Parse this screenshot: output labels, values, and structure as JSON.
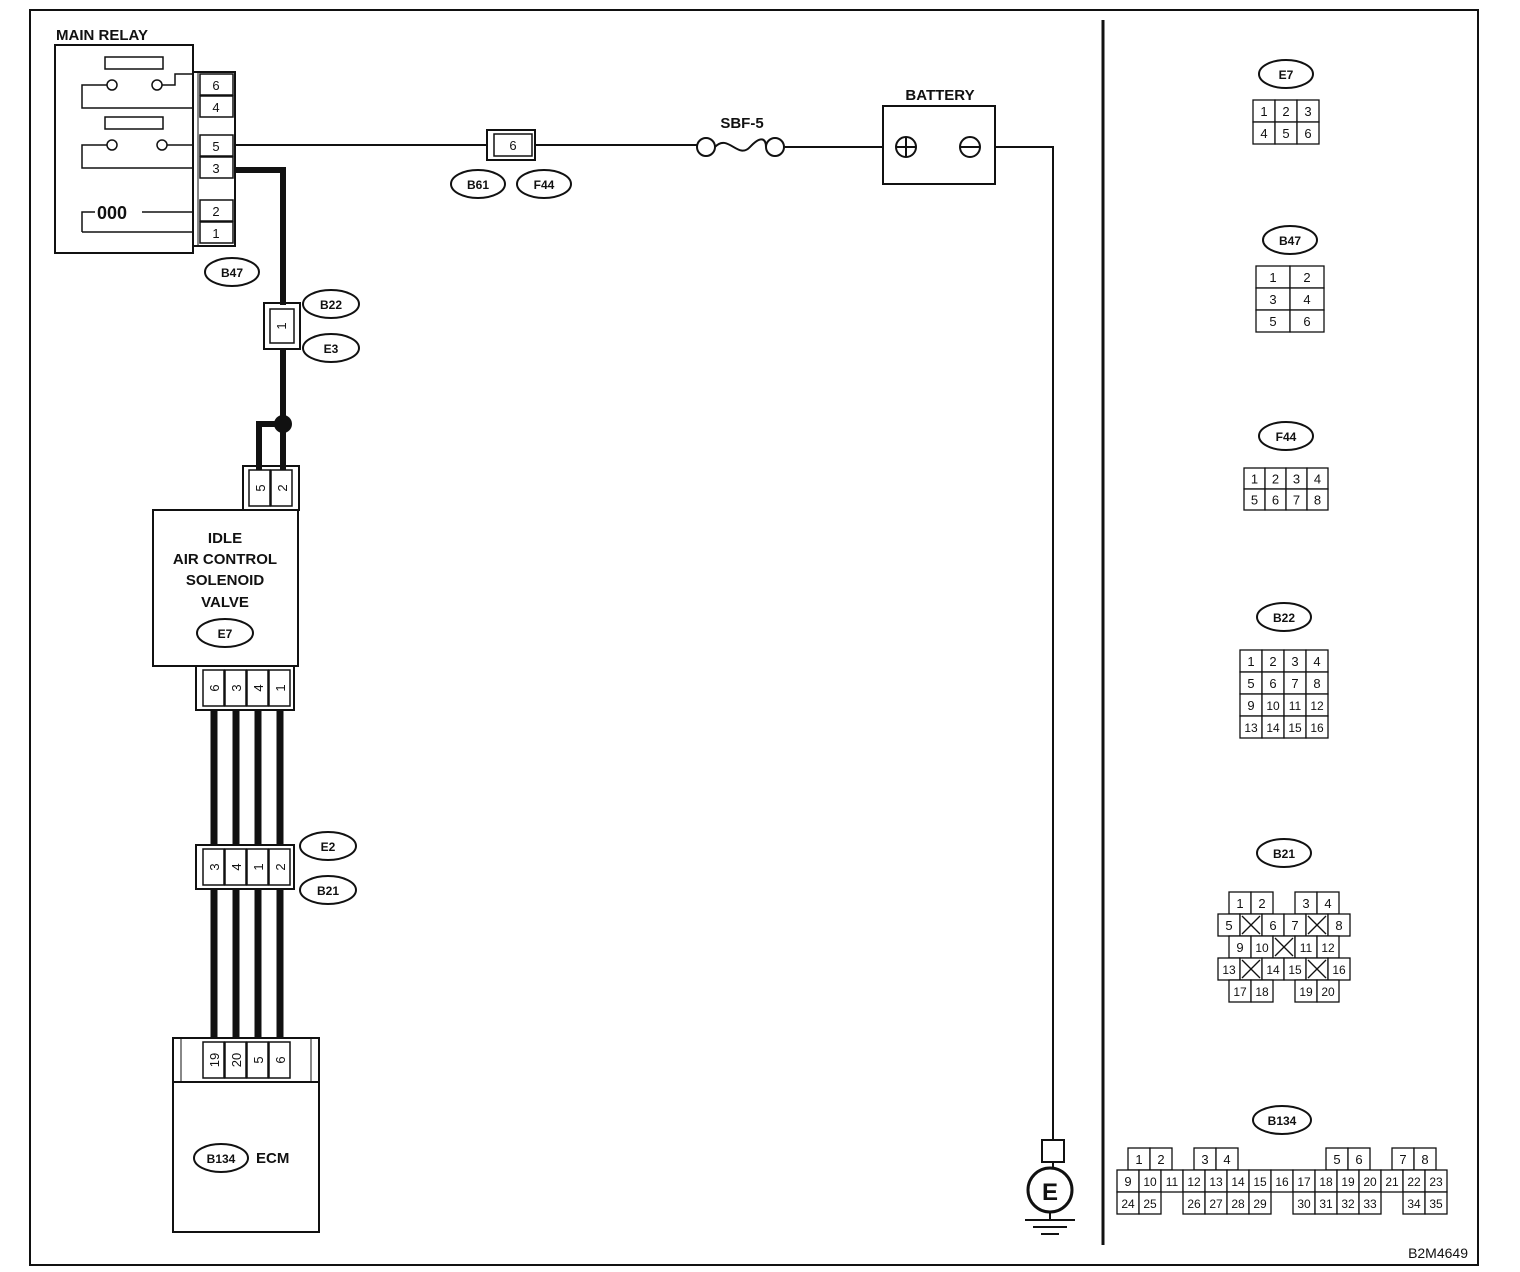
{
  "labels": {
    "main_relay": "MAIN RELAY",
    "battery": "BATTERY",
    "fuse": "SBF-5",
    "iacv": [
      "IDLE",
      "AIR CONTROL",
      "SOLENOID",
      "VALVE"
    ],
    "ecm": "ECM",
    "ground": "E",
    "figure_id": "B2M4649"
  },
  "connectors": {
    "b47": "B47",
    "b22": "B22",
    "e3": "E3",
    "b61": "B61",
    "f44": "F44",
    "e7": "E7",
    "e2": "E2",
    "b21": "B21",
    "b134": "B134"
  },
  "pins": {
    "relay": [
      "6",
      "4",
      "5",
      "3",
      "2",
      "1"
    ],
    "f44_pin": "6",
    "b22_pin": "1",
    "iacv_top": [
      "5",
      "2"
    ],
    "iacv_bottom": [
      "6",
      "3",
      "4",
      "1"
    ],
    "e2_pins": [
      "3",
      "4",
      "1",
      "2"
    ],
    "ecm_pins": [
      "19",
      "20",
      "5",
      "6"
    ]
  },
  "legend": {
    "e7": {
      "title": "E7",
      "rows": [
        [
          "1",
          "2",
          "3"
        ],
        [
          "4",
          "5",
          "6"
        ]
      ]
    },
    "b47": {
      "title": "B47",
      "rows": [
        [
          "1",
          "2"
        ],
        [
          "3",
          "4"
        ],
        [
          "5",
          "6"
        ]
      ]
    },
    "f44": {
      "title": "F44",
      "rows": [
        [
          "1",
          "2",
          "3",
          "4"
        ],
        [
          "5",
          "6",
          "7",
          "8"
        ]
      ]
    },
    "b22": {
      "title": "B22",
      "rows": [
        [
          "1",
          "2",
          "3",
          "4"
        ],
        [
          "5",
          "6",
          "7",
          "8"
        ],
        [
          "9",
          "10",
          "11",
          "12"
        ],
        [
          "13",
          "14",
          "15",
          "16"
        ]
      ]
    },
    "b21": {
      "title": "B21",
      "rows": [
        [
          "1",
          "2",
          "",
          "3",
          "4"
        ],
        [
          "5",
          "X",
          "6",
          "7",
          "X",
          "8"
        ],
        [
          "9",
          "10",
          "X",
          "11",
          "12"
        ],
        [
          "13",
          "X",
          "14",
          "15",
          "X",
          "16"
        ],
        [
          "17",
          "18",
          "",
          "19",
          "20"
        ]
      ]
    },
    "b134": {
      "title": "B134",
      "rows": [
        [
          "1",
          "2",
          "",
          "3",
          "4",
          "",
          "",
          "",
          "",
          "5",
          "6",
          "",
          "7",
          "8"
        ],
        [
          "9",
          "10",
          "11",
          "12",
          "13",
          "14",
          "15",
          "16",
          "17",
          "18",
          "19",
          "20",
          "21",
          "22",
          "23"
        ],
        [
          "24",
          "25",
          "",
          "26",
          "27",
          "28",
          "29",
          "",
          "30",
          "31",
          "32",
          "33",
          "",
          "34",
          "35"
        ]
      ]
    }
  }
}
